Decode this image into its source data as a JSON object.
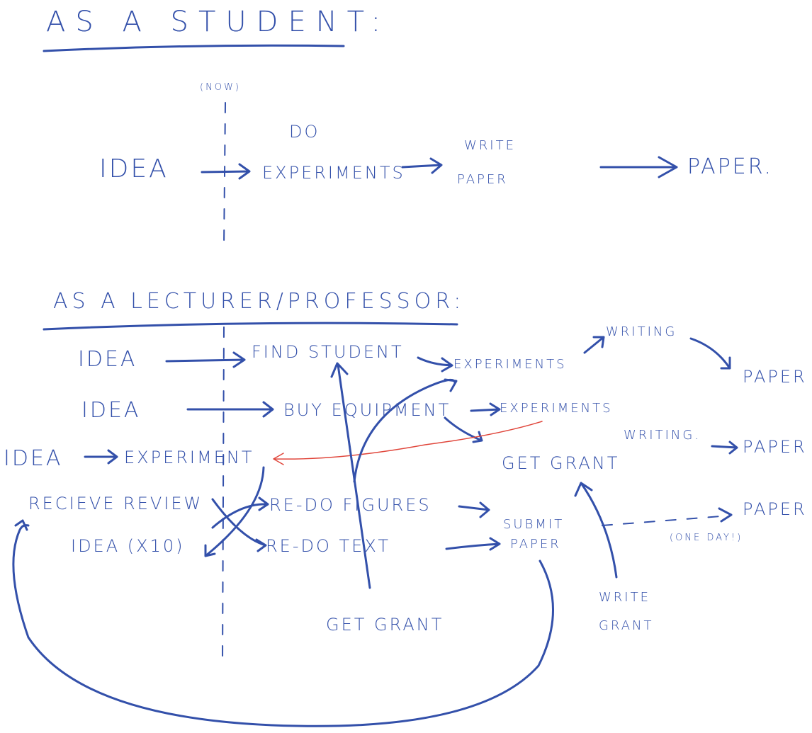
{
  "colors": {
    "ink": "#3350aa",
    "red": "#e0453a"
  },
  "student": {
    "heading": "As a student:",
    "now": "(now)",
    "idea": "Idea",
    "do": "Do",
    "experiments": "Experiments",
    "write": "Write",
    "paper_small": "Paper",
    "paper": "Paper."
  },
  "lecturer": {
    "heading": "As a Lecturer/Professor:",
    "row1": {
      "idea": "Idea",
      "find_student": "Find student",
      "experiments": "Experiments",
      "writing": "Writing",
      "paper": "Paper"
    },
    "row2": {
      "idea": "Idea",
      "buy_equipment": "Buy equipment",
      "experiments": "Experiments",
      "writing": "Writing.",
      "paper": "Paper",
      "get_grant": "Get grant"
    },
    "row3": {
      "idea": "Idea",
      "experiment": "Experiment"
    },
    "review": {
      "recieve_review": "Recieve Review",
      "redo_figures": "Re-do figures",
      "redo_text": "Re-do text",
      "idea_x10": "Idea (x10)",
      "submit": "Submit",
      "paper": "Paper",
      "final_paper": "Paper",
      "one_day": "(one day!)"
    },
    "get_grant_bottom": "Get grant",
    "write": "Write",
    "grant": "Grant"
  }
}
